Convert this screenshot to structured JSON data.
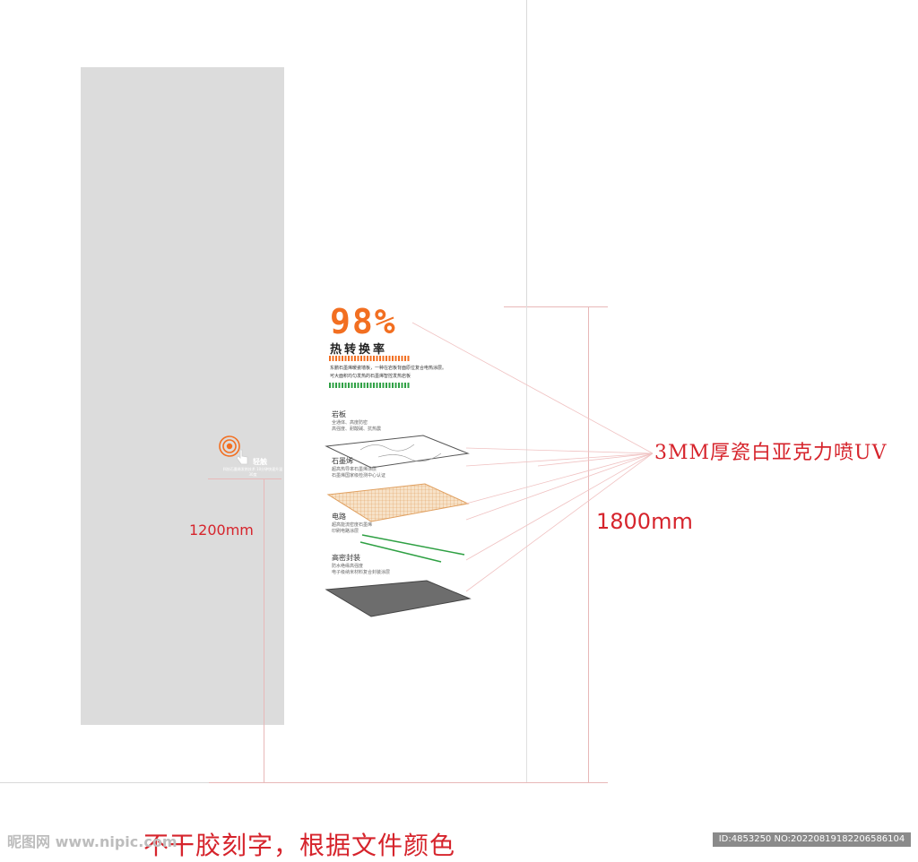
{
  "spec": {
    "pct_value": "98%",
    "pct_caption": "热转换率",
    "intro_lines": [
      "东鹏石墨烯暖瓷墙板，一种在岩板背面原位复合电热涂层。",
      "可大面积均匀发热的石墨烯智控发热岩板"
    ],
    "layers": [
      {
        "title": "岩板",
        "desc": [
          "全通体、高度防密",
          "高强度、耐酸碱、抗热震"
        ]
      },
      {
        "title": "石墨烯",
        "desc": [
          "超高热导率石墨烯涂层",
          "石墨烯国家级检测中心认证"
        ]
      },
      {
        "title": "电路",
        "desc": [
          "超高能流密度石墨烯",
          "印刷电路涂层"
        ]
      },
      {
        "title": "高密封装",
        "desc": [
          "防水绝缘高强度",
          "电子级纳米材料复合封装涂层"
        ]
      }
    ]
  },
  "touch": {
    "title": "轻触",
    "desc": "科技石墨烯发热技术 10分钟快速升温30度"
  },
  "dimensions": {
    "width": "1200mm",
    "height": "1800mm"
  },
  "material_note": "3MM厚瓷白亚克力喷UV",
  "bottom_note": "不干胶刻字，根据文件颜色",
  "watermark": {
    "left": "昵图网 www.nipic.com",
    "right": "ID:4853250 NO:20220819182206586104"
  },
  "colors": {
    "annotation_red": "#d6242c",
    "accent_orange": "#f26f21",
    "accent_green": "#2ea043",
    "panel_grey": "#dcdcdc"
  }
}
